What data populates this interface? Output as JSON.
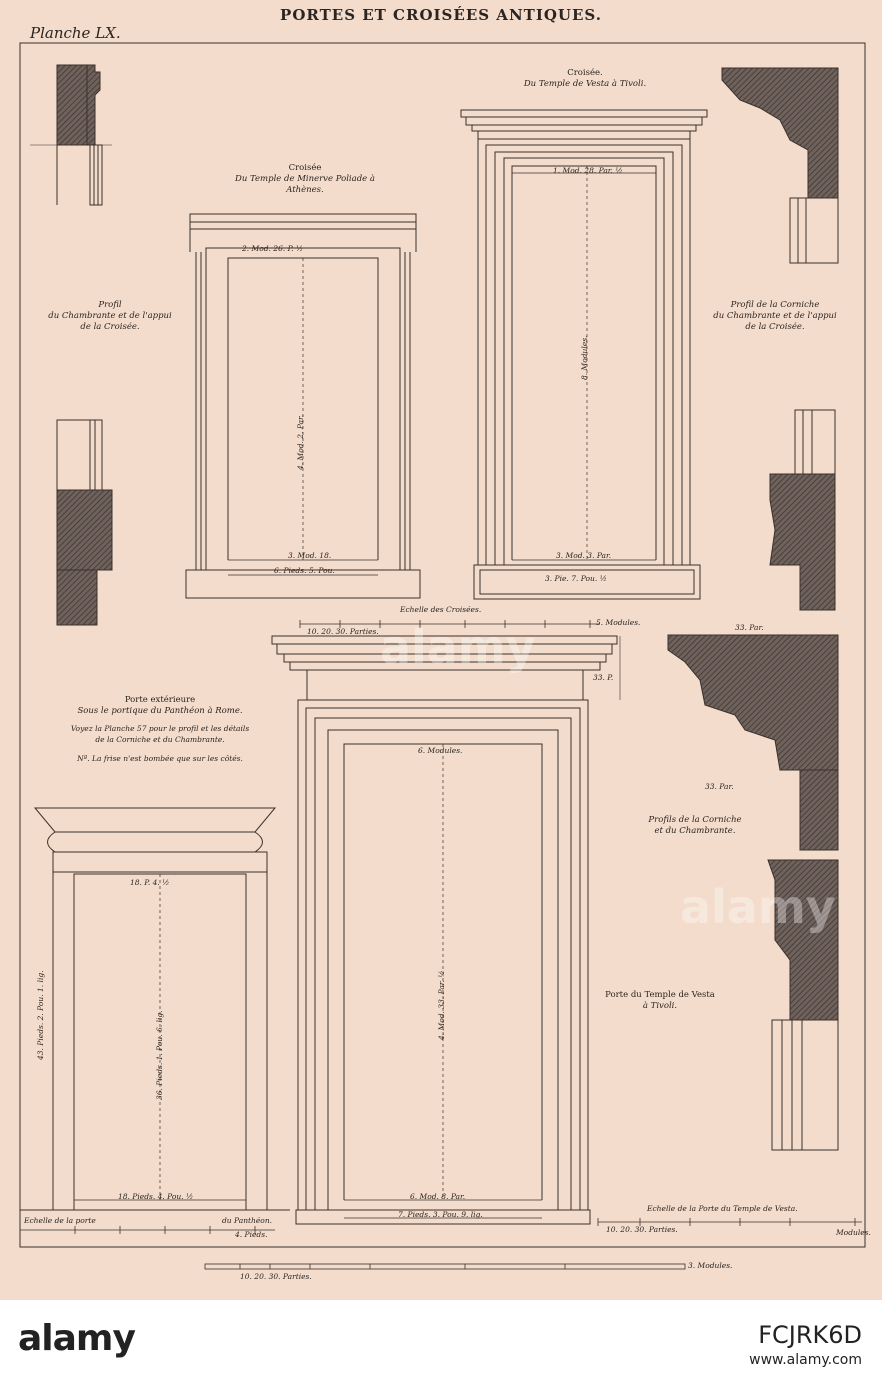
{
  "title": "PORTES ET CROISÉES ANTIQUES.",
  "plate": "Planche LX.",
  "window_athens": {
    "heading": "Croisée",
    "subtitle": "Du Temple de Minerve Poliade à Athènes.",
    "dim_top": "2. Mod. 26. P. ½",
    "dim_height": "4. Mod. 2. Par.",
    "dim_bottom": "3. Mod. 18.",
    "dim_base": "6. Pieds. 5. Pou."
  },
  "window_tivoli": {
    "heading": "Croisée.",
    "subtitle": "Du Temple de Vesta à Tivoli.",
    "dim_top": "1. Mod. 28. Par. ½",
    "dim_height": "8. Modules.",
    "dim_bottom": "3. Mod. 3. Par.",
    "dim_base": "3. Pie. 7. Pou. ½"
  },
  "profile_left": {
    "line1": "Profil",
    "line2": "du Chambrante et de l'appui",
    "line3": "de la Croisée."
  },
  "profile_right": {
    "line1": "Profil de la Corniche",
    "line2": "du Chambrante et de l'appui",
    "line3": "de la Croisée."
  },
  "scale_windows": {
    "label": "Echelle des Croisées.",
    "parts": "10.  20.  30. Parties.",
    "end": "5. Modules."
  },
  "pantheon": {
    "heading": "Porte extérieure",
    "line2": "Sous le portique du Panthéon à Rome.",
    "line3": "Voyez la Planche 57 pour le profil et les détails",
    "line4": "de la Corniche et du Chambrante.",
    "note": "Nª. La frise n'est bombée que sur les côtés.",
    "dim_top": "18. P. 4. ½",
    "dim_height": "36. Pieds. 1. Pou. 6. lig.",
    "dim_outer": "43. Pieds. 2. Pou. 1. lig.",
    "dim_bottom": "18. Pieds.  4. Pou. ½"
  },
  "scale_pantheon": {
    "label": "Echelle de la porte",
    "suffix": "du Panthéon.",
    "end": "4. Pieds."
  },
  "vesta_door": {
    "heading": "Porte du Temple de Vesta",
    "line2": "à Tivoli.",
    "dim_top": "6. Modules.",
    "dim_height": "4. Mod. 33. Par. ½",
    "dim_bottom": "6. Mod. 8. Par.",
    "dim_base": "7. Pieds. 3. Pou. 9. lig.",
    "dim_side": "33. P."
  },
  "profile_cornice": {
    "line1": "Profils de la Corniche",
    "line2": "et du Chambrante.",
    "dim_top": "33. Par.",
    "dim_mid": "33. Par."
  },
  "scale_vesta": {
    "label": "Echelle de la Porte du Temple de Vesta.",
    "parts": "10.  20.  30. Parties.",
    "end": "Modules."
  },
  "scale_bottom": {
    "parts": "10.   20.   30. Parties.",
    "end": "3. Modules."
  },
  "footer": {
    "logo": "alamy",
    "image_id": "FCJRK6D",
    "site": "www.alamy.com"
  }
}
